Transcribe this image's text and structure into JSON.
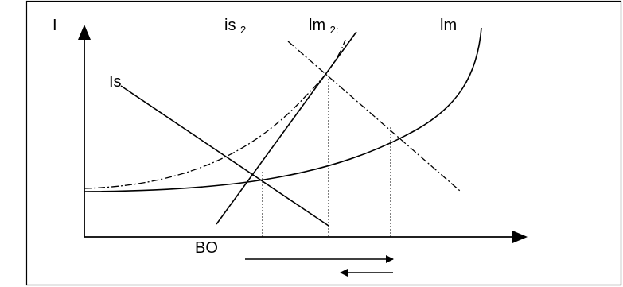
{
  "diagram": {
    "labels": {
      "y_axis": "I",
      "is_curve": "Is",
      "is2_base": "is",
      "is2_sub": "2",
      "lm2_base": "lm",
      "lm2_sub": "2:",
      "lm_curve": "lm",
      "bo": "BO"
    },
    "colors": {
      "line": "#000000",
      "frame": "#000000",
      "background": "#ffffff"
    }
  }
}
